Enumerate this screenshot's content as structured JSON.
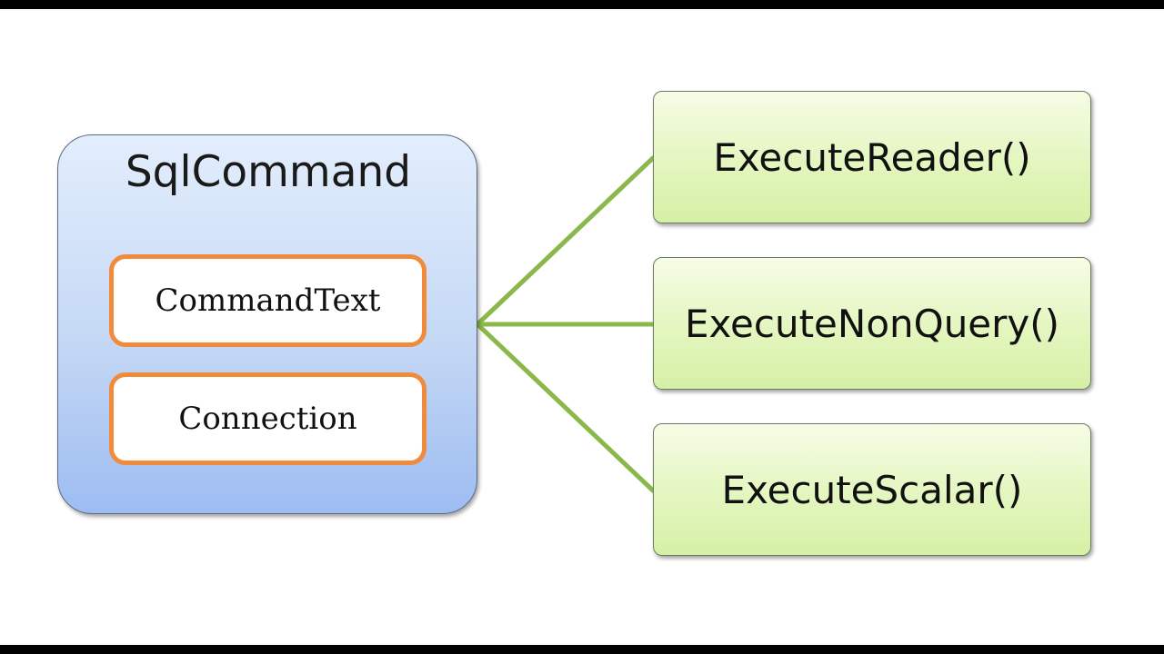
{
  "diagram": {
    "container": {
      "title": "SqlCommand"
    },
    "properties": [
      {
        "label": "CommandText"
      },
      {
        "label": "Connection"
      }
    ],
    "methods": [
      {
        "label": "ExecuteReader()"
      },
      {
        "label": "ExecuteNonQuery()"
      },
      {
        "label": "ExecuteScalar()"
      }
    ],
    "colors": {
      "container_fill_top": "#e3eefc",
      "container_fill_bottom": "#9dbcf1",
      "property_border": "#f28a3c",
      "method_fill": "#e3f6bf",
      "connector": "#8ab84a",
      "frame": "#000000"
    }
  }
}
